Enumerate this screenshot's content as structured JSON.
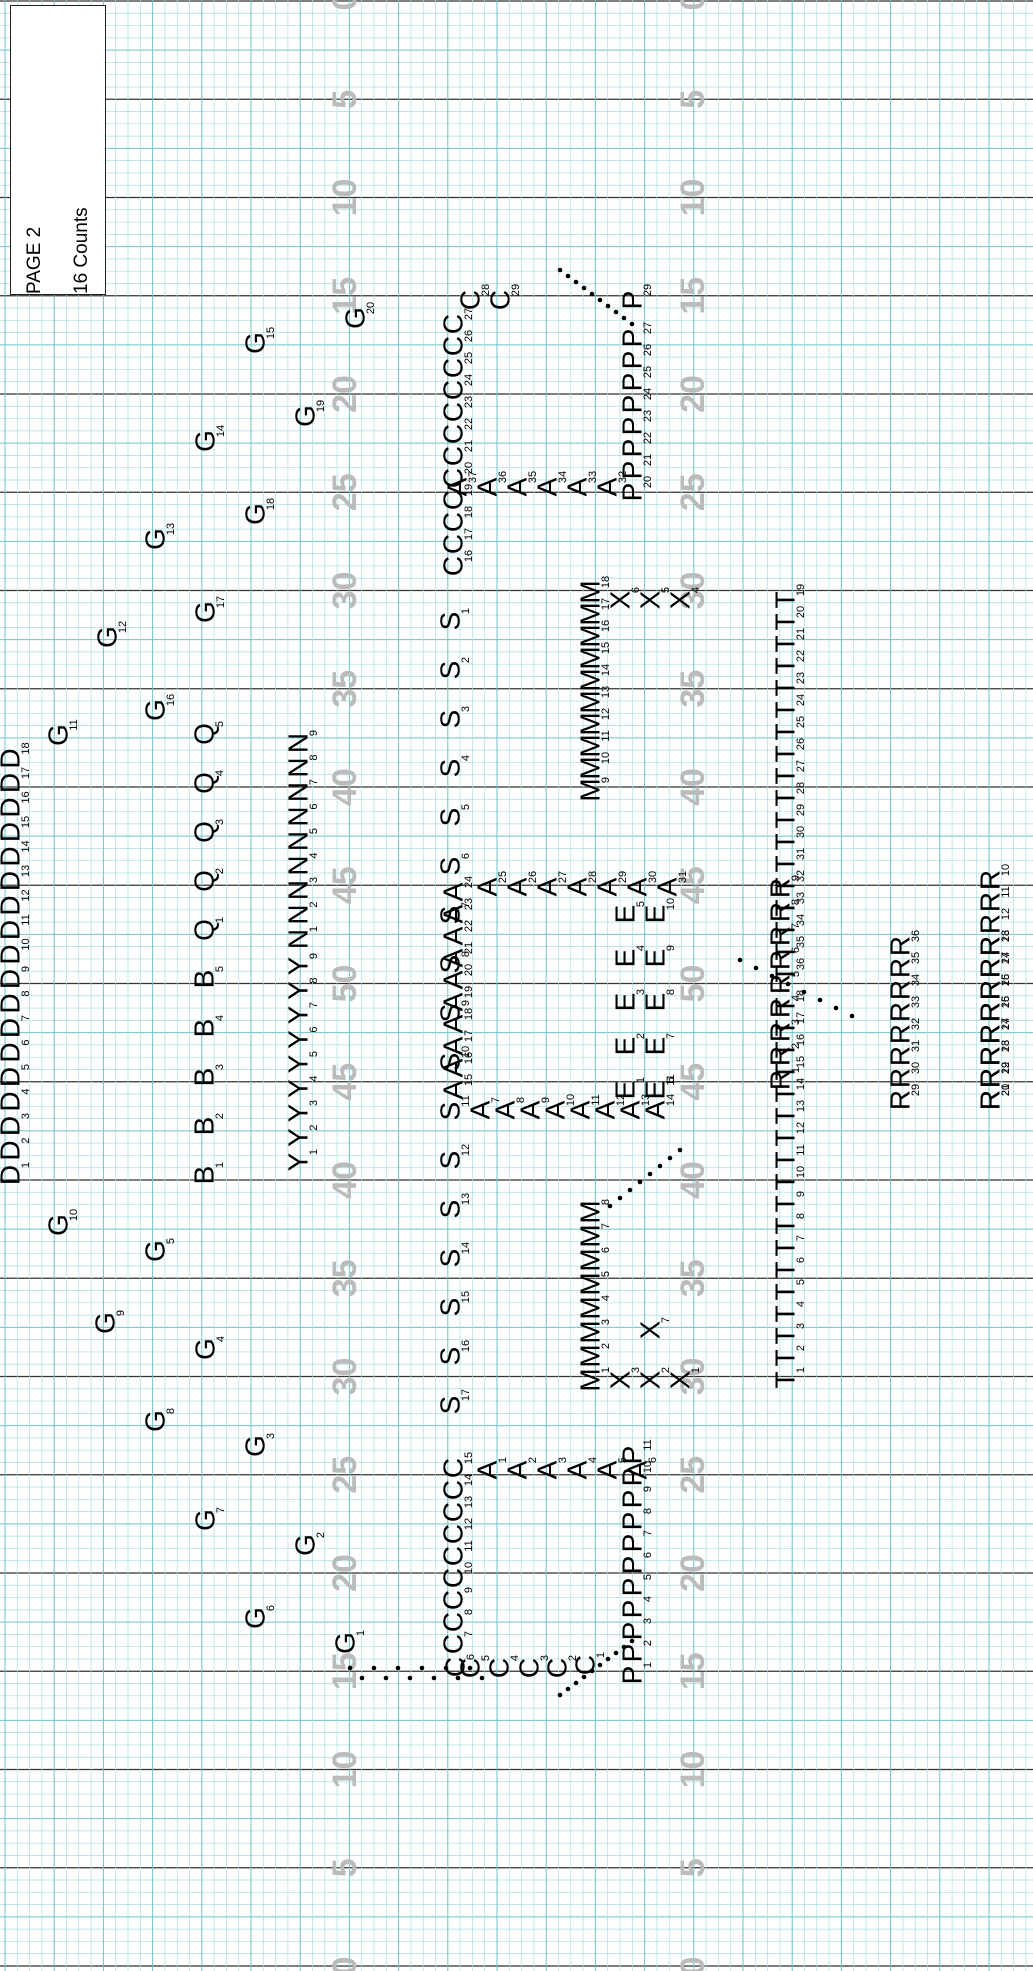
{
  "header": {
    "page_label": "PAGE 2",
    "counts_label": "16 Counts"
  },
  "yard_numbers": [
    "0",
    "5",
    "10",
    "15",
    "20",
    "25",
    "30",
    "35",
    "40",
    "45",
    "50",
    "45",
    "40",
    "35",
    "30",
    "25",
    "20",
    "15",
    "10",
    "5",
    "0"
  ],
  "colors": {
    "minor_grid": "#a8dde3",
    "major_grid": "#6cc4cc",
    "yard_line": "#333333",
    "yard_number": "#bbbbbb",
    "marker": "#000000"
  },
  "marchers": [
    {
      "letter": "G",
      "num": "1"
    },
    {
      "letter": "G",
      "num": "2"
    },
    {
      "letter": "G",
      "num": "3"
    },
    {
      "letter": "G",
      "num": "4"
    },
    {
      "letter": "G",
      "num": "5"
    },
    {
      "letter": "G",
      "num": "6"
    },
    {
      "letter": "G",
      "num": "7"
    },
    {
      "letter": "G",
      "num": "8"
    },
    {
      "letter": "G",
      "num": "9"
    },
    {
      "letter": "G",
      "num": "10"
    },
    {
      "letter": "G",
      "num": "11"
    },
    {
      "letter": "G",
      "num": "12"
    },
    {
      "letter": "G",
      "num": "13"
    },
    {
      "letter": "G",
      "num": "14"
    },
    {
      "letter": "G",
      "num": "15"
    },
    {
      "letter": "G",
      "num": "16"
    },
    {
      "letter": "G",
      "num": "17"
    },
    {
      "letter": "G",
      "num": "18"
    },
    {
      "letter": "G",
      "num": "19"
    },
    {
      "letter": "G",
      "num": "20"
    },
    {
      "letter": "B",
      "num": "1"
    },
    {
      "letter": "B",
      "num": "2"
    },
    {
      "letter": "B",
      "num": "3"
    },
    {
      "letter": "B",
      "num": "4"
    },
    {
      "letter": "B",
      "num": "5"
    },
    {
      "letter": "Q",
      "num": "1"
    },
    {
      "letter": "Q",
      "num": "2"
    },
    {
      "letter": "Q",
      "num": "3"
    },
    {
      "letter": "Q",
      "num": "4"
    },
    {
      "letter": "Q",
      "num": "5"
    },
    {
      "letter": "S",
      "num": "1"
    },
    {
      "letter": "S",
      "num": "2"
    },
    {
      "letter": "S",
      "num": "3"
    },
    {
      "letter": "S",
      "num": "4"
    },
    {
      "letter": "S",
      "num": "5"
    },
    {
      "letter": "S",
      "num": "6"
    },
    {
      "letter": "S",
      "num": "7"
    },
    {
      "letter": "S",
      "num": "8"
    },
    {
      "letter": "S",
      "num": "9"
    },
    {
      "letter": "S",
      "num": "10"
    },
    {
      "letter": "S",
      "num": "11"
    },
    {
      "letter": "S",
      "num": "12"
    },
    {
      "letter": "S",
      "num": "13"
    },
    {
      "letter": "S",
      "num": "14"
    },
    {
      "letter": "S",
      "num": "15"
    },
    {
      "letter": "S",
      "num": "16"
    },
    {
      "letter": "S",
      "num": "17"
    },
    {
      "letter": "D",
      "num": "1"
    },
    {
      "letter": "D",
      "num": "2"
    },
    {
      "letter": "D",
      "num": "3"
    },
    {
      "letter": "D",
      "num": "4"
    },
    {
      "letter": "D",
      "num": "5"
    },
    {
      "letter": "D",
      "num": "6"
    },
    {
      "letter": "D",
      "num": "7"
    },
    {
      "letter": "D",
      "num": "8"
    },
    {
      "letter": "D",
      "num": "9"
    },
    {
      "letter": "D",
      "num": "10"
    },
    {
      "letter": "D",
      "num": "11"
    },
    {
      "letter": "D",
      "num": "12"
    },
    {
      "letter": "D",
      "num": "13"
    },
    {
      "letter": "D",
      "num": "14"
    },
    {
      "letter": "D",
      "num": "15"
    },
    {
      "letter": "D",
      "num": "16"
    },
    {
      "letter": "D",
      "num": "17"
    },
    {
      "letter": "D",
      "num": "18"
    },
    {
      "letter": "Y",
      "num": "1"
    },
    {
      "letter": "Y",
      "num": "2"
    },
    {
      "letter": "Y",
      "num": "3"
    },
    {
      "letter": "Y",
      "num": "4"
    },
    {
      "letter": "Y",
      "num": "5"
    },
    {
      "letter": "Y",
      "num": "6"
    },
    {
      "letter": "Y",
      "num": "7"
    },
    {
      "letter": "Y",
      "num": "8"
    },
    {
      "letter": "Y",
      "num": "9"
    },
    {
      "letter": "N",
      "num": "1"
    },
    {
      "letter": "N",
      "num": "2"
    },
    {
      "letter": "N",
      "num": "3"
    },
    {
      "letter": "N",
      "num": "4"
    },
    {
      "letter": "N",
      "num": "5"
    },
    {
      "letter": "N",
      "num": "6"
    },
    {
      "letter": "N",
      "num": "7"
    },
    {
      "letter": "N",
      "num": "8"
    },
    {
      "letter": "N",
      "num": "9"
    },
    {
      "letter": "C",
      "num": "1"
    },
    {
      "letter": "C",
      "num": "2"
    },
    {
      "letter": "C",
      "num": "3"
    },
    {
      "letter": "C",
      "num": "4"
    },
    {
      "letter": "C",
      "num": "5"
    },
    {
      "letter": "C",
      "num": "6"
    },
    {
      "letter": "C",
      "num": "7"
    },
    {
      "letter": "C",
      "num": "8"
    },
    {
      "letter": "C",
      "num": "9"
    },
    {
      "letter": "C",
      "num": "10"
    },
    {
      "letter": "C",
      "num": "11"
    },
    {
      "letter": "C",
      "num": "12"
    },
    {
      "letter": "C",
      "num": "13"
    },
    {
      "letter": "C",
      "num": "14"
    },
    {
      "letter": "C",
      "num": "15"
    },
    {
      "letter": "C",
      "num": "16"
    },
    {
      "letter": "C",
      "num": "17"
    },
    {
      "letter": "C",
      "num": "18"
    },
    {
      "letter": "C",
      "num": "19"
    },
    {
      "letter": "C",
      "num": "20"
    },
    {
      "letter": "C",
      "num": "21"
    },
    {
      "letter": "C",
      "num": "22"
    },
    {
      "letter": "C",
      "num": "23"
    },
    {
      "letter": "C",
      "num": "24"
    },
    {
      "letter": "C",
      "num": "25"
    },
    {
      "letter": "C",
      "num": "26"
    },
    {
      "letter": "C",
      "num": "27"
    },
    {
      "letter": "C",
      "num": "28"
    },
    {
      "letter": "C",
      "num": "29"
    },
    {
      "letter": "A",
      "num": "1"
    },
    {
      "letter": "A",
      "num": "2"
    },
    {
      "letter": "A",
      "num": "3"
    },
    {
      "letter": "A",
      "num": "4"
    },
    {
      "letter": "A",
      "num": "5"
    },
    {
      "letter": "A",
      "num": "6"
    },
    {
      "letter": "A",
      "num": "7"
    },
    {
      "letter": "A",
      "num": "8"
    },
    {
      "letter": "A",
      "num": "9"
    },
    {
      "letter": "A",
      "num": "10"
    },
    {
      "letter": "A",
      "num": "11"
    },
    {
      "letter": "A",
      "num": "12"
    },
    {
      "letter": "A",
      "num": "13"
    },
    {
      "letter": "A",
      "num": "14"
    },
    {
      "letter": "A",
      "num": "15"
    },
    {
      "letter": "A",
      "num": "16"
    },
    {
      "letter": "A",
      "num": "17"
    },
    {
      "letter": "A",
      "num": "18"
    },
    {
      "letter": "A",
      "num": "19"
    },
    {
      "letter": "A",
      "num": "20"
    },
    {
      "letter": "A",
      "num": "21"
    },
    {
      "letter": "A",
      "num": "22"
    },
    {
      "letter": "A",
      "num": "23"
    },
    {
      "letter": "A",
      "num": "24"
    },
    {
      "letter": "A",
      "num": "25"
    },
    {
      "letter": "A",
      "num": "26"
    },
    {
      "letter": "A",
      "num": "27"
    },
    {
      "letter": "A",
      "num": "28"
    },
    {
      "letter": "A",
      "num": "29"
    },
    {
      "letter": "A",
      "num": "30"
    },
    {
      "letter": "A",
      "num": "31"
    },
    {
      "letter": "A",
      "num": "32"
    },
    {
      "letter": "A",
      "num": "33"
    },
    {
      "letter": "A",
      "num": "34"
    },
    {
      "letter": "A",
      "num": "35"
    },
    {
      "letter": "A",
      "num": "36"
    },
    {
      "letter": "A",
      "num": "37"
    },
    {
      "letter": "P",
      "num": "1"
    },
    {
      "letter": "P",
      "num": "2"
    },
    {
      "letter": "P",
      "num": "3"
    },
    {
      "letter": "P",
      "num": "4"
    },
    {
      "letter": "P",
      "num": "5"
    },
    {
      "letter": "P",
      "num": "6"
    },
    {
      "letter": "P",
      "num": "7"
    },
    {
      "letter": "P",
      "num": "8"
    },
    {
      "letter": "P",
      "num": "9"
    },
    {
      "letter": "P",
      "num": "10"
    },
    {
      "letter": "P",
      "num": "11"
    },
    {
      "letter": "P",
      "num": "20"
    },
    {
      "letter": "P",
      "num": "21"
    },
    {
      "letter": "P",
      "num": "22"
    },
    {
      "letter": "P",
      "num": "23"
    },
    {
      "letter": "P",
      "num": "24"
    },
    {
      "letter": "P",
      "num": "25"
    },
    {
      "letter": "P",
      "num": "26"
    },
    {
      "letter": "P",
      "num": "27"
    },
    {
      "letter": "P",
      "num": "29"
    },
    {
      "letter": "M",
      "num": "1"
    },
    {
      "letter": "M",
      "num": "2"
    },
    {
      "letter": "M",
      "num": "3"
    },
    {
      "letter": "M",
      "num": "4"
    },
    {
      "letter": "M",
      "num": "5"
    },
    {
      "letter": "M",
      "num": "6"
    },
    {
      "letter": "M",
      "num": "7"
    },
    {
      "letter": "M",
      "num": "8"
    },
    {
      "letter": "M",
      "num": "9"
    },
    {
      "letter": "M",
      "num": "10"
    },
    {
      "letter": "M",
      "num": "11"
    },
    {
      "letter": "M",
      "num": "12"
    },
    {
      "letter": "M",
      "num": "13"
    },
    {
      "letter": "M",
      "num": "14"
    },
    {
      "letter": "M",
      "num": "15"
    },
    {
      "letter": "M",
      "num": "16"
    },
    {
      "letter": "M",
      "num": "17"
    },
    {
      "letter": "M",
      "num": "18"
    },
    {
      "letter": "X",
      "num": "1"
    },
    {
      "letter": "X",
      "num": "2"
    },
    {
      "letter": "X",
      "num": "3"
    },
    {
      "letter": "X",
      "num": "4"
    },
    {
      "letter": "X",
      "num": "5"
    },
    {
      "letter": "X",
      "num": "6"
    },
    {
      "letter": "X",
      "num": "7"
    },
    {
      "letter": "E",
      "num": "1"
    },
    {
      "letter": "E",
      "num": "2"
    },
    {
      "letter": "E",
      "num": "3"
    },
    {
      "letter": "E",
      "num": "4"
    },
    {
      "letter": "E",
      "num": "5"
    },
    {
      "letter": "E",
      "num": "6"
    },
    {
      "letter": "E",
      "num": "7"
    },
    {
      "letter": "E",
      "num": "8"
    },
    {
      "letter": "E",
      "num": "9"
    },
    {
      "letter": "E",
      "num": "10"
    },
    {
      "letter": "E",
      "num": "11"
    },
    {
      "letter": "T",
      "num": "1"
    },
    {
      "letter": "T",
      "num": "2"
    },
    {
      "letter": "T",
      "num": "3"
    },
    {
      "letter": "T",
      "num": "4"
    },
    {
      "letter": "T",
      "num": "5"
    },
    {
      "letter": "T",
      "num": "6"
    },
    {
      "letter": "T",
      "num": "7"
    },
    {
      "letter": "T",
      "num": "8"
    },
    {
      "letter": "T",
      "num": "9"
    },
    {
      "letter": "T",
      "num": "10"
    },
    {
      "letter": "T",
      "num": "11"
    },
    {
      "letter": "T",
      "num": "12"
    },
    {
      "letter": "T",
      "num": "13"
    },
    {
      "letter": "T",
      "num": "14"
    },
    {
      "letter": "T",
      "num": "15"
    },
    {
      "letter": "T",
      "num": "16"
    },
    {
      "letter": "T",
      "num": "17"
    },
    {
      "letter": "T",
      "num": "18"
    },
    {
      "letter": "T",
      "num": "19"
    },
    {
      "letter": "T",
      "num": "20"
    },
    {
      "letter": "T",
      "num": "21"
    },
    {
      "letter": "T",
      "num": "22"
    },
    {
      "letter": "T",
      "num": "23"
    },
    {
      "letter": "T",
      "num": "24"
    },
    {
      "letter": "T",
      "num": "25"
    },
    {
      "letter": "T",
      "num": "26"
    },
    {
      "letter": "T",
      "num": "27"
    },
    {
      "letter": "T",
      "num": "28"
    },
    {
      "letter": "T",
      "num": "29"
    },
    {
      "letter": "T",
      "num": "30"
    },
    {
      "letter": "T",
      "num": "31"
    },
    {
      "letter": "T",
      "num": "32"
    },
    {
      "letter": "T",
      "num": "33"
    },
    {
      "letter": "T",
      "num": "34"
    },
    {
      "letter": "T",
      "num": "35"
    },
    {
      "letter": "T",
      "num": "36"
    },
    {
      "letter": "R",
      "num": "1"
    },
    {
      "letter": "R",
      "num": "2"
    },
    {
      "letter": "R",
      "num": "3"
    },
    {
      "letter": "R",
      "num": "4"
    },
    {
      "letter": "R",
      "num": "5"
    },
    {
      "letter": "R",
      "num": "6"
    },
    {
      "letter": "R",
      "num": "7"
    },
    {
      "letter": "R",
      "num": "8"
    },
    {
      "letter": "R",
      "num": "9"
    },
    {
      "letter": "R",
      "num": "10"
    },
    {
      "letter": "R",
      "num": "11"
    },
    {
      "letter": "R",
      "num": "12"
    },
    {
      "letter": "R",
      "num": "13"
    },
    {
      "letter": "R",
      "num": "14"
    },
    {
      "letter": "R",
      "num": "15"
    },
    {
      "letter": "R",
      "num": "16"
    },
    {
      "letter": "R",
      "num": "17"
    },
    {
      "letter": "R",
      "num": "18"
    },
    {
      "letter": "R",
      "num": "19"
    },
    {
      "letter": "R",
      "num": "20"
    },
    {
      "letter": "R",
      "num": "21"
    },
    {
      "letter": "R",
      "num": "22"
    },
    {
      "letter": "R",
      "num": "23"
    },
    {
      "letter": "R",
      "num": "24"
    },
    {
      "letter": "R",
      "num": "25"
    },
    {
      "letter": "R",
      "num": "26"
    },
    {
      "letter": "R",
      "num": "27"
    },
    {
      "letter": "R",
      "num": "28"
    },
    {
      "letter": "R",
      "num": "29"
    },
    {
      "letter": "R",
      "num": "30"
    },
    {
      "letter": "R",
      "num": "31"
    },
    {
      "letter": "R",
      "num": "32"
    },
    {
      "letter": "R",
      "num": "33"
    },
    {
      "letter": "R",
      "num": "34"
    },
    {
      "letter": "R",
      "num": "35"
    },
    {
      "letter": "R",
      "num": "36"
    }
  ]
}
